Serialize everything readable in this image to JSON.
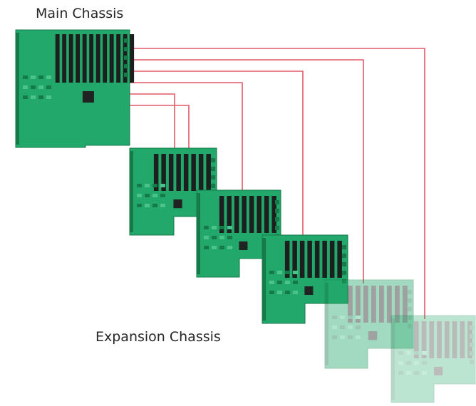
{
  "labels": {
    "main": "Main Chassis",
    "expansion": "Expansion Chassis"
  },
  "colors": {
    "pcb": "#22a86a",
    "pcb_dark": "#157a48",
    "pcb_light": "#4cc28c",
    "slot": "#1c1f1e",
    "chip": "#202322",
    "cable": "#e35a6a"
  },
  "boards": [
    {
      "name": "main-chassis-board",
      "opacity": 1,
      "slots": 12
    },
    {
      "name": "expansion-board-1",
      "opacity": 1,
      "slots": 8
    },
    {
      "name": "expansion-board-2",
      "opacity": 1,
      "slots": 8
    },
    {
      "name": "expansion-board-3",
      "opacity": 1,
      "slots": 8
    },
    {
      "name": "expansion-board-4-faded",
      "opacity": 0.42,
      "slots": 8
    },
    {
      "name": "expansion-board-5-faded",
      "opacity": 0.3,
      "slots": 8
    }
  ],
  "cable_count": 6
}
